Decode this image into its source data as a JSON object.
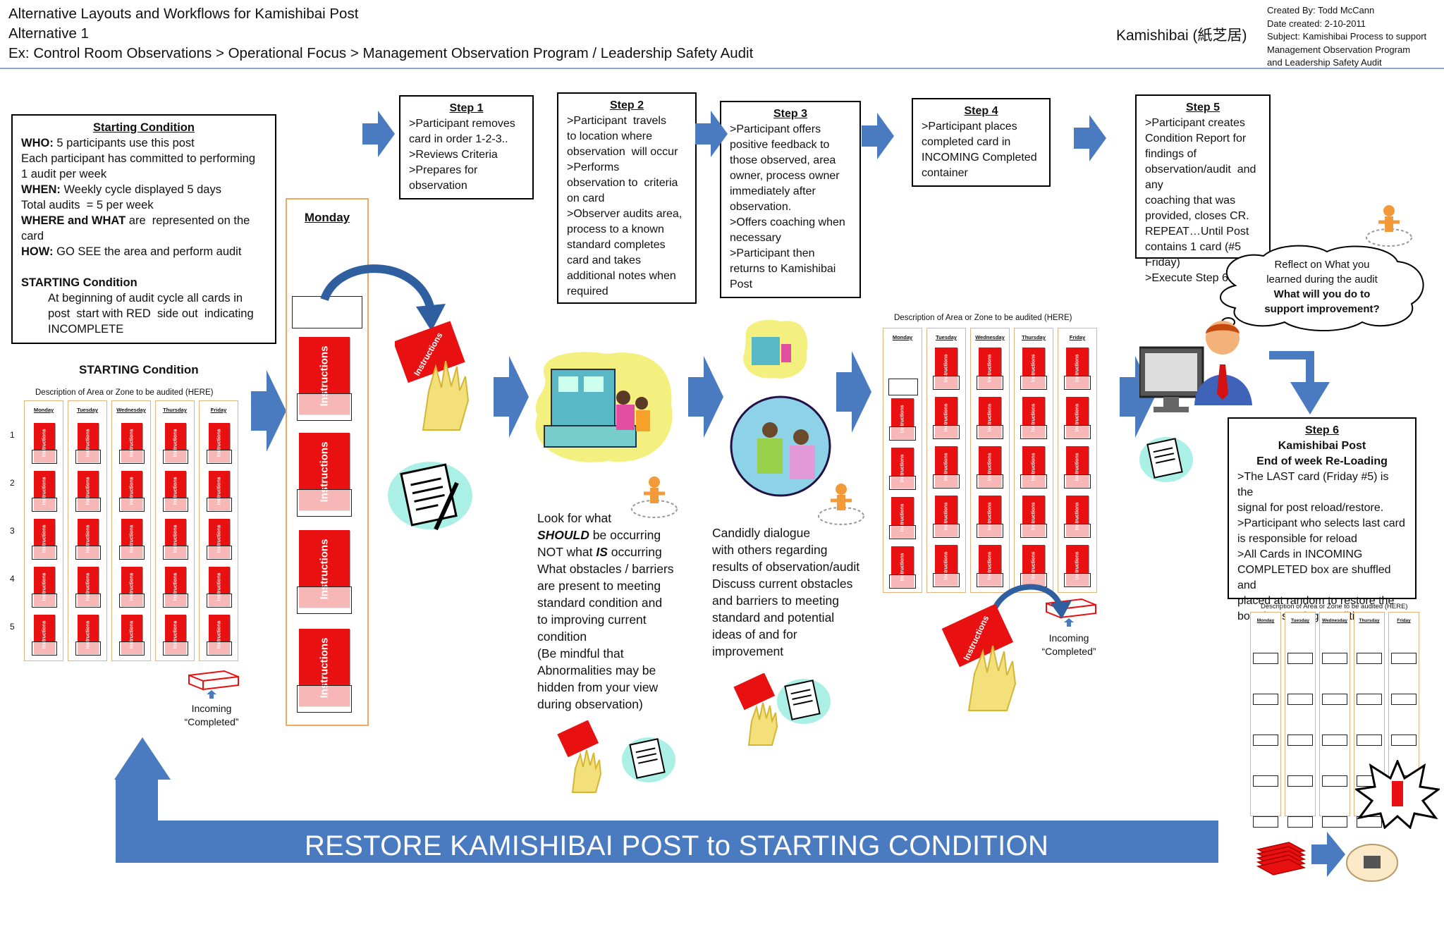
{
  "header": {
    "line1": "Alternative Layouts and Workflows for Kamishibai Post",
    "line2": "Alternative 1",
    "line3": "Ex: Control Room Observations > Operational Focus > Management Observation Program / Leadership Safety Audit",
    "center_title": "Kamishibai (紙芝居)"
  },
  "meta": {
    "created_by": "Created By: Todd McCann",
    "date_created": "Date created: 2-10-2011",
    "subject_1": "Subject: Kamishibai Process to support",
    "subject_2": "Management Observation Program",
    "subject_3": "and Leadership Safety Audit"
  },
  "starting_condition_box": {
    "title": "Starting Condition",
    "who_label": "WHO:",
    "who_text": " 5 participants use this post",
    "who_line2": "Each participant has committed to performing",
    "who_line3": "1 audit per week",
    "when_label": "WHEN:",
    "when_text": " Weekly cycle displayed 5 days",
    "when_line2": "Total audits  = 5 per week",
    "where_label": "WHERE and WHAT",
    "where_text": " are  represented on the",
    "where_line2": "card",
    "how_label": "HOW:",
    "how_text": " GO SEE the area and perform audit",
    "starting_label": "STARTING Condition",
    "starting_line1": "At beginning of audit cycle all cards in",
    "starting_line2": "post  start with RED  side out  indicating",
    "starting_line3": "INCOMPLETE"
  },
  "steps": [
    {
      "title": "Step 1",
      "lines": [
        ">Participant removes",
        "card in order 1-2-3..",
        ">Reviews Criteria",
        ">Prepares for",
        "observation"
      ]
    },
    {
      "title": "Step 2",
      "lines": [
        ">Participant  travels",
        "to location where",
        "observation  will occur",
        ">Performs",
        "observation to  criteria",
        "on card",
        ">Observer audits area,",
        "process to a known",
        "standard completes",
        "card and takes",
        "additional notes when",
        "required"
      ]
    },
    {
      "title": "Step 3",
      "lines": [
        ">Participant offers",
        "positive feedback to",
        "those observed, area",
        "owner, process owner",
        "immediately after",
        "observation.",
        ">Offers coaching when",
        "necessary",
        ">Participant then",
        "returns to Kamishibai",
        "Post"
      ]
    },
    {
      "title": "Step 4",
      "lines": [
        ">Participant places",
        "completed card in",
        "INCOMING Completed",
        "container"
      ]
    },
    {
      "title": "Step  5",
      "lines": [
        ">Participant creates",
        "Condition Report for",
        "findings of",
        "observation/audit  and any",
        "coaching that was",
        "provided, closes CR.",
        "REPEAT…Until Post",
        "contains 1 card (#5 Friday)",
        ">Execute Step 6"
      ]
    },
    {
      "title": "Step 6",
      "subtitle1": "Kamishibai Post",
      "subtitle2": "End of week Re-Loading",
      "lines": [
        ">The LAST card (Friday #5) is the",
        "signal for post reload/restore.",
        ">Participant who selects last card",
        "is responsible for reload",
        ">All Cards in INCOMING",
        "COMPLETED box are shuffled and",
        "placed at random to restore the",
        "board to starting condition."
      ]
    }
  ],
  "left_board": {
    "title": "STARTING Condition",
    "desc": "Description of Area or Zone to be audited (HERE)",
    "days": [
      "Monday",
      "Tuesday",
      "Wednesday",
      "Thursday",
      "Friday"
    ],
    "rows": [
      "1",
      "2",
      "3",
      "4",
      "5"
    ],
    "incoming": [
      "Incoming",
      "“Completed”"
    ]
  },
  "monday_column": {
    "label": "Monday"
  },
  "mid_board": {
    "desc": "Description of Area or Zone to be audited (HERE)",
    "days": [
      "Monday",
      "Tuesday",
      "Wednesday",
      "Thursday",
      "Friday"
    ],
    "incoming": [
      "Incoming",
      "“Completed”"
    ]
  },
  "right_board": {
    "desc": "Description of Area or Zone to be audited (HERE)",
    "days": [
      "Monday",
      "Tuesday",
      "Wednesday",
      "Thursday",
      "Friday"
    ]
  },
  "card_text": "Instructions",
  "observe_text": [
    {
      "t": "Look for what",
      "s": ""
    },
    {
      "t": "SHOULD",
      "s": "bi",
      "rest": " be occurring"
    },
    {
      "t": "NOT what ",
      "s": "",
      "em": "IS",
      "rest": " occurring"
    },
    {
      "t": "What obstacles / barriers",
      "s": ""
    },
    {
      "t": "are present to meeting",
      "s": ""
    },
    {
      "t": "standard condition and",
      "s": ""
    },
    {
      "t": "to improving current",
      "s": ""
    },
    {
      "t": "condition",
      "s": ""
    },
    {
      "t": "(Be mindful that",
      "s": ""
    },
    {
      "t": "Abnormalities may  be",
      "s": ""
    },
    {
      "t": "hidden from your view",
      "s": ""
    },
    {
      "t": "during observation)",
      "s": ""
    }
  ],
  "dialogue_text": [
    "Candidly  dialogue",
    "with others regarding",
    "results of observation/audit",
    "Discuss current obstacles",
    "and barriers to  meeting",
    "standard and potential",
    "ideas  of and for",
    "improvement"
  ],
  "thought_bubble": {
    "line1": "Reflect  on What you",
    "line2": "learned  during the audit",
    "line3": "What will you do to",
    "line4": "support improvement?"
  },
  "restore_banner": "RESTORE KAMISHIBAI POST to STARTING CONDITION",
  "colors": {
    "card_red": "#e81010",
    "arrow_blue": "#4a7bc0",
    "board_border": "#e7b37d"
  }
}
